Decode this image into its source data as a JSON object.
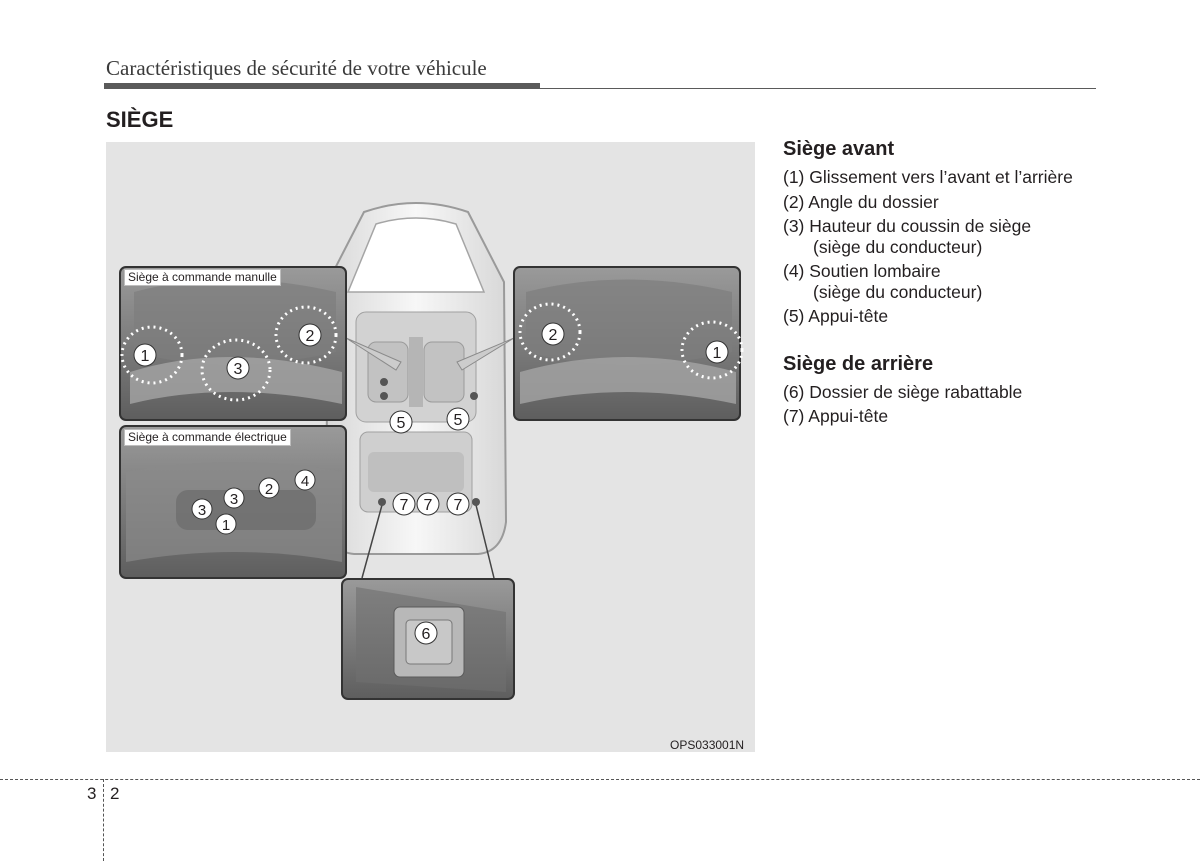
{
  "header": {
    "title": "Caractéristiques de sécurité de votre véhicule"
  },
  "section": {
    "title": "SIÈGE"
  },
  "figure": {
    "code": "OPS033001N",
    "manual_label": "Siège à commande manulle",
    "electric_label": "Siège à commande électrique",
    "markers": [
      "1",
      "2",
      "3",
      "4",
      "5",
      "6",
      "7"
    ]
  },
  "front": {
    "heading": "Siège avant",
    "items": [
      {
        "text": "(1) Glissement vers l’avant et l’arrière",
        "cont": ""
      },
      {
        "text": "(2) Angle du dossier",
        "cont": ""
      },
      {
        "text": "(3) Hauteur du coussin de siège",
        "cont": "(siège du conducteur)"
      },
      {
        "text": "(4) Soutien lombaire",
        "cont": "(siège du conducteur)"
      },
      {
        "text": "(5) Appui-tête",
        "cont": ""
      }
    ]
  },
  "rear": {
    "heading": "Siège de arrière",
    "items": [
      {
        "text": "(6) Dossier de siège rabattable"
      },
      {
        "text": "(7) Appui-tête"
      }
    ]
  },
  "page": {
    "chapter": "3",
    "number": "2"
  }
}
